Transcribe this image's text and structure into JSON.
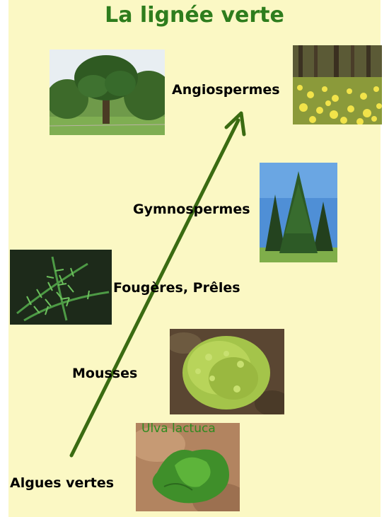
{
  "title": "La lignée verte",
  "groups": {
    "angiospermes": "Angiospermes",
    "gymnospermes": "Gymnospermes",
    "fougeres": "Fougères, Prêles",
    "mousses": "Mousses",
    "algues": "Algues vertes"
  },
  "species_caption": "Ulva lactuca",
  "colors": {
    "background": "#fbf8c4",
    "title": "#2e7d1d",
    "arrow": "#3a6b12",
    "caption": "#2e8b1f"
  },
  "icons": {
    "arrow": "evolution-arrow"
  }
}
